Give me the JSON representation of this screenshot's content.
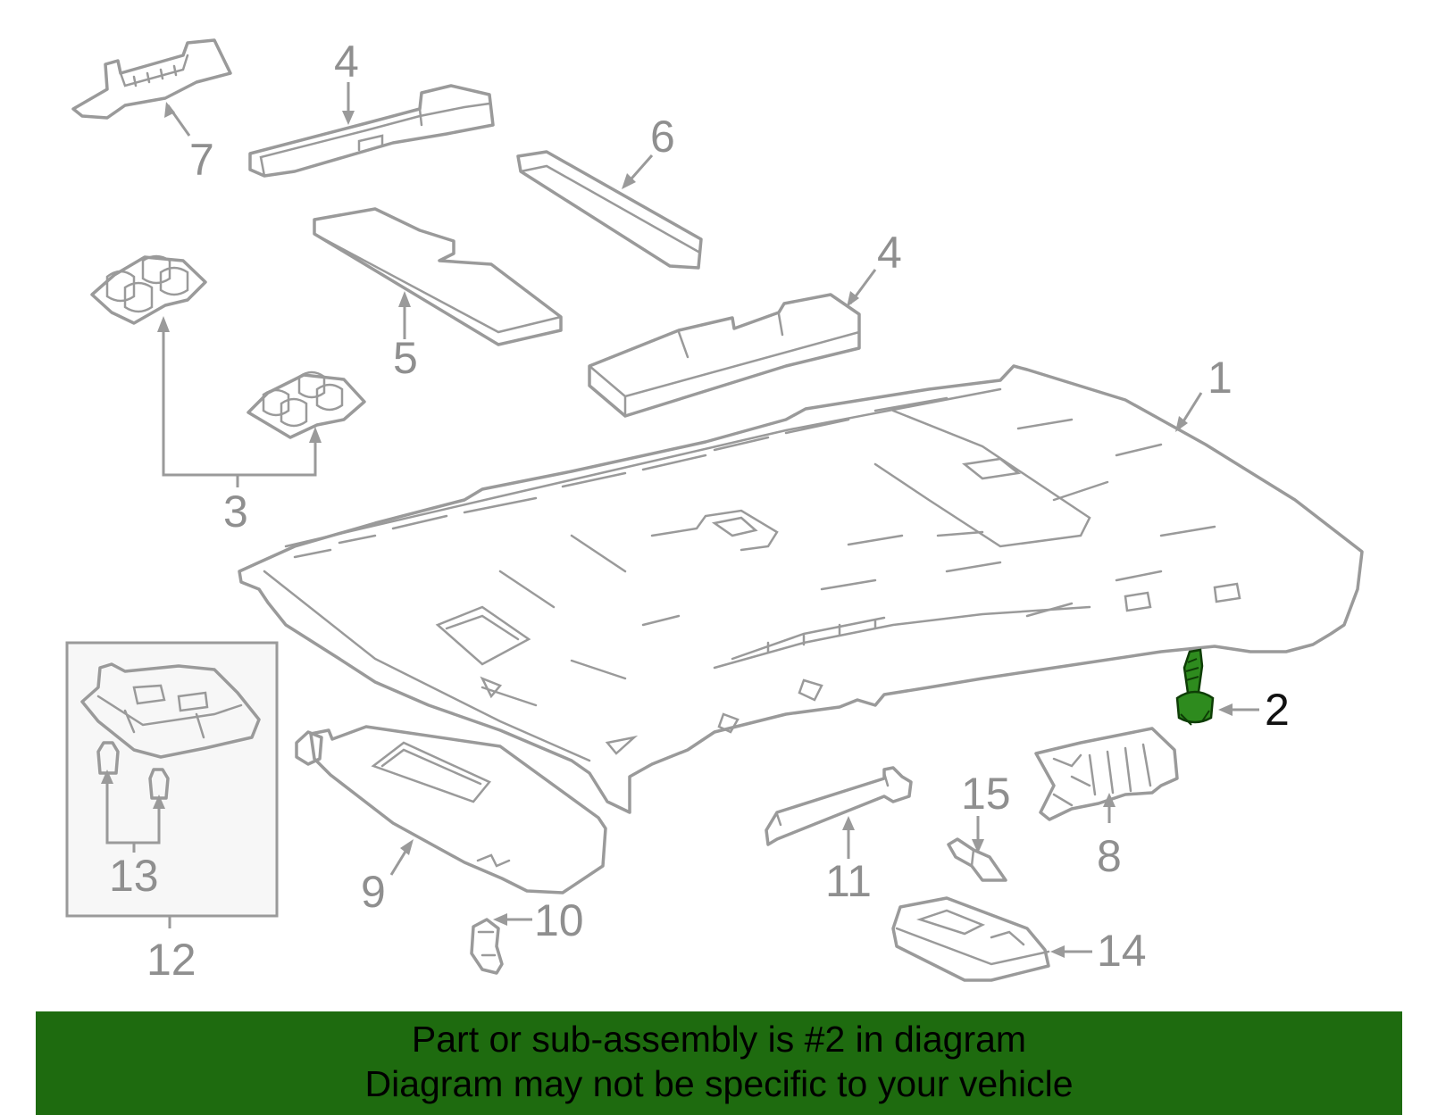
{
  "callouts": [
    {
      "id": "1",
      "label": "1"
    },
    {
      "id": "2",
      "label": "2"
    },
    {
      "id": "3",
      "label": "3"
    },
    {
      "id": "4a",
      "label": "4"
    },
    {
      "id": "4b",
      "label": "4"
    },
    {
      "id": "5",
      "label": "5"
    },
    {
      "id": "6",
      "label": "6"
    },
    {
      "id": "7",
      "label": "7"
    },
    {
      "id": "8",
      "label": "8"
    },
    {
      "id": "9",
      "label": "9"
    },
    {
      "id": "10",
      "label": "10"
    },
    {
      "id": "11",
      "label": "11"
    },
    {
      "id": "12",
      "label": "12"
    },
    {
      "id": "13",
      "label": "13"
    },
    {
      "id": "14",
      "label": "14"
    },
    {
      "id": "15",
      "label": "15"
    }
  ],
  "highlight_part": "2",
  "colors": {
    "line_art": "#9a9a9a",
    "highlight_part": "#2e8b1e",
    "banner_background": "#1e6b0f",
    "banner_text": "#000000"
  },
  "banner": {
    "line1": "Part or sub-assembly is #2 in diagram",
    "line2": "Diagram may not be specific to your vehicle"
  }
}
